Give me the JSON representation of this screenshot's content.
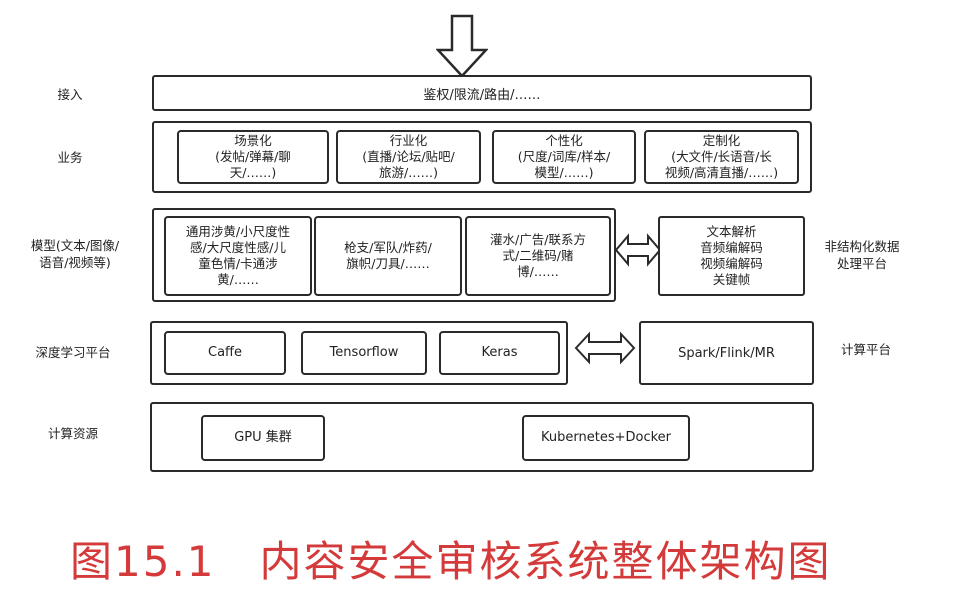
{
  "rows": {
    "access": {
      "label": "接入",
      "content": "鉴权/限流/路由/……"
    },
    "business": {
      "label": "业务",
      "items": [
        "场景化\n(发帖/弹幕/聊\n天/……)",
        "行业化\n(直播/论坛/贴吧/\n旅游/……)",
        "个性化\n(尺度/词库/样本/\n模型/……)",
        "定制化\n(大文件/长语音/长\n视频/高清直播/……)"
      ]
    },
    "model": {
      "label": "模型(文本/图像/\n语音/视频等)",
      "items": [
        "通用涉黄/小尺度性\n感/大尺度性感/儿\n童色情/卡通涉\n黄/……",
        "枪支/军队/炸药/\n旗帜/刀具/……",
        "灌水/广告/联系方\n式/二维码/赌\n博/……"
      ],
      "side_box": "文本解析\n音频编解码\n视频编解码\n关键帧",
      "side_label": "非结构化数据\n处理平台"
    },
    "dl": {
      "label": "深度学习平台",
      "items": [
        "Caffe",
        "Tensorflow",
        "Keras"
      ],
      "side_box": "Spark/Flink/MR",
      "side_label": "计算平台"
    },
    "compute": {
      "label": "计算资源",
      "items": [
        "GPU 集群",
        "Kubernetes+Docker"
      ]
    }
  },
  "caption": "图15.1　内容安全审核系统整体架构图"
}
